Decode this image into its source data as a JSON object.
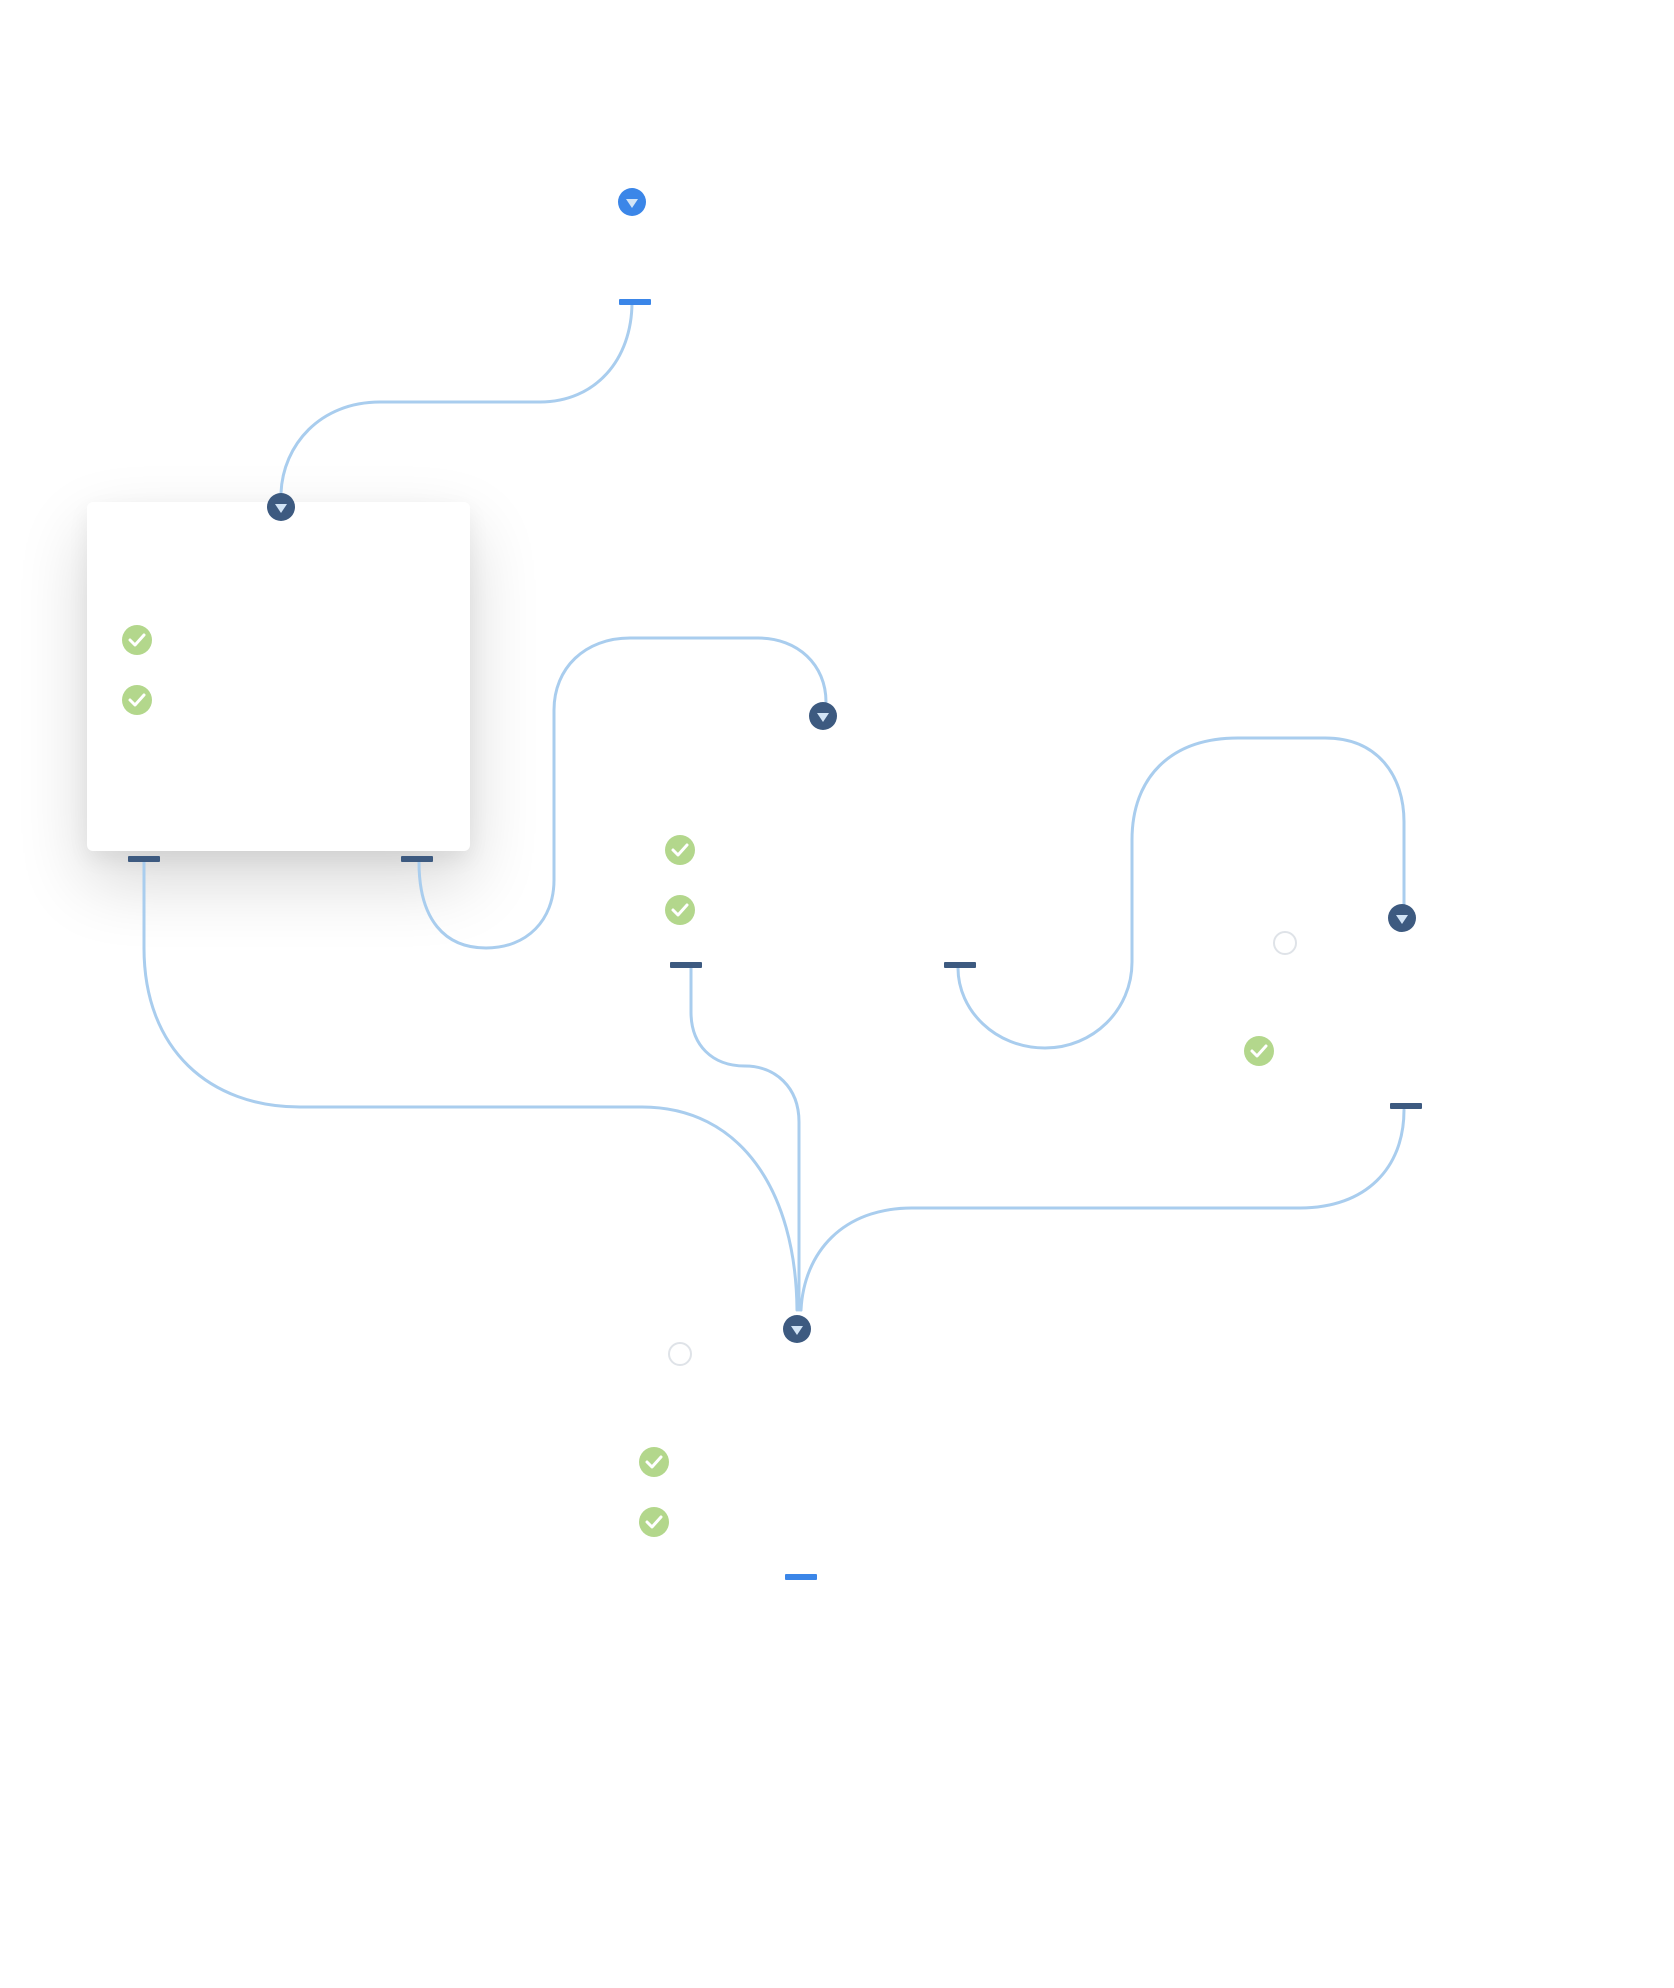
{
  "colors": {
    "connector": "#a9cdee",
    "active_stem": "#3f88e0",
    "active_node": "#3b86e8",
    "node": "#3d5a80",
    "node_arrow": "#d2e4f6",
    "port": "#3d5a80",
    "active_port": "#3b86e8",
    "check": "#b3d78c",
    "check_mark": "#ffffff",
    "pending_ring": "#dfe3e8",
    "card_bg": "#ffffff"
  },
  "icons": {
    "input": "triangle-down-node-icon",
    "output": "port-bar-icon",
    "done": "check-circle-icon",
    "pending": "empty-circle-icon"
  },
  "nodes": {
    "entry": {
      "input": "active",
      "output": "active",
      "checks": []
    },
    "card": {
      "input": "node",
      "outputs": 2,
      "checks": [
        "done",
        "done"
      ]
    },
    "middle": {
      "input": "node",
      "outputs": 1,
      "checks": [
        "done",
        "done"
      ]
    },
    "right": {
      "input": "node",
      "outputs": 1,
      "checks": [
        "pending",
        "done"
      ]
    },
    "center_left_output": {
      "outputs": 1
    },
    "merge": {
      "input": "node",
      "output": "active",
      "checks": [
        "pending",
        "done",
        "done"
      ]
    }
  }
}
